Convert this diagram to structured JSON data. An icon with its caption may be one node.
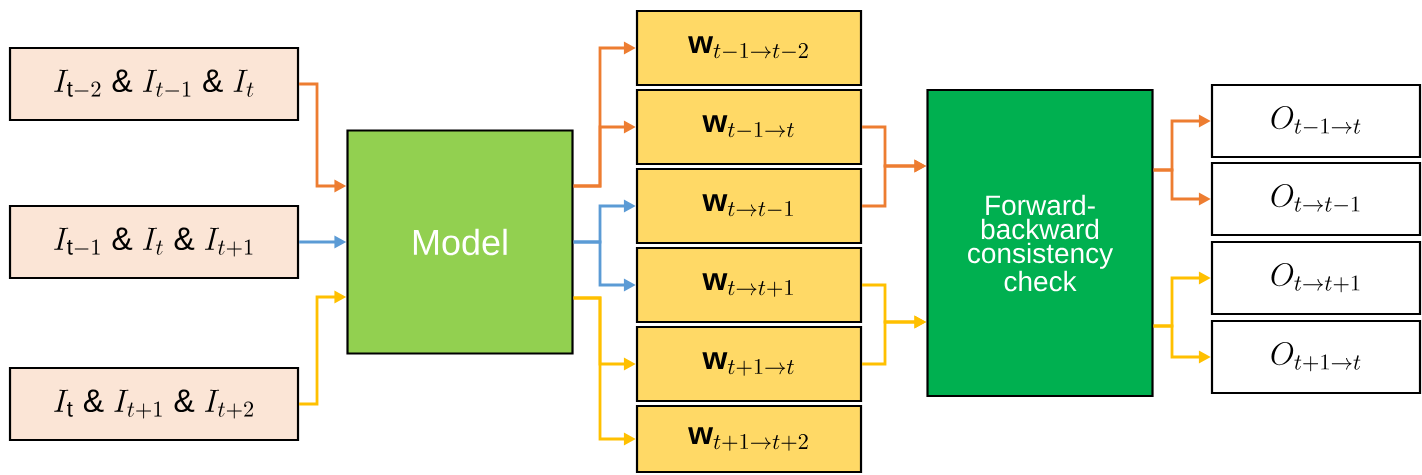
{
  "diagram": {
    "nodes": [
      {
        "text": [
          "I_{\\mathrm{t}-2} \\;\\&\\; I_{t-1} \\;\\&\\; I_{t}"
        ]
      },
      {
        "text": [
          "I_{\\mathrm{t}-1} \\;\\&\\; I_{t} \\;\\&\\; I_{t+1}"
        ]
      },
      {
        "text": [
          "I_{\\mathrm{t}} \\;\\&\\; I_{t+1} \\;\\&\\; I_{t+2}"
        ]
      },
      {
        "text": [
          "Model"
        ]
      },
      {
        "text": [
          "\\mathbf{w}_{t-1\\to t-2}"
        ]
      },
      {
        "text": [
          "\\mathbf{w}_{t-1\\to t}"
        ]
      },
      {
        "text": [
          "\\mathbf{w}_{t\\to t-1}"
        ]
      },
      {
        "text": [
          "\\mathbf{w}_{t\\to t+1}"
        ]
      },
      {
        "text": [
          "\\mathbf{w}_{t+1\\to t}"
        ]
      },
      {
        "text": [
          "\\mathbf{w}_{t+1\\to t+2}"
        ]
      },
      {
        "text": [
          "Forward-backward consistency check"
        ]
      },
      {
        "text": [
          "O_{t-1\\to t}"
        ]
      },
      {
        "text": [
          "O_{t\\to t-1}"
        ]
      },
      {
        "text": [
          "O_{t\\to t+1}"
        ]
      },
      {
        "text": [
          "O_{t+1\\to t}"
        ]
      }
    ],
    "edges": [
      {
        "from": 0,
        "to": 3,
        "arrow": "to",
        "color": "#ed7d31"
      },
      {
        "from": 1,
        "to": 3,
        "arrow": "to",
        "color": "#5b9bd5"
      },
      {
        "from": 2,
        "to": 3,
        "arrow": "to",
        "color": "#ffc000"
      },
      {
        "from": 3,
        "to": 4,
        "arrow": "to",
        "color": "#ed7d31"
      },
      {
        "from": 3,
        "to": 5,
        "arrow": "to",
        "color": "#ed7d31"
      },
      {
        "from": 3,
        "to": 6,
        "arrow": "to",
        "color": "#5b9bd5"
      },
      {
        "from": 3,
        "to": 7,
        "arrow": "to",
        "color": "#5b9bd5"
      },
      {
        "from": 3,
        "to": 8,
        "arrow": "to",
        "color": "#ffc000"
      },
      {
        "from": 3,
        "to": 9,
        "arrow": "to",
        "color": "#ffc000"
      },
      {
        "from": 5,
        "to": 10,
        "arrow": "to",
        "color": "#ed7d31"
      },
      {
        "from": 6,
        "to": 10,
        "arrow": "to",
        "color": "#ed7d31"
      },
      {
        "from": 7,
        "to": 10,
        "arrow": "to",
        "color": "#ffc000"
      },
      {
        "from": 8,
        "to": 10,
        "arrow": "to",
        "color": "#ffc000"
      },
      {
        "from": 10,
        "to": 11,
        "arrow": "to",
        "color": "#ed7d31"
      },
      {
        "from": 10,
        "to": 12,
        "arrow": "to",
        "color": "#ed7d31"
      },
      {
        "from": 10,
        "to": 13,
        "arrow": "to",
        "color": "#ffc000"
      },
      {
        "from": 10,
        "to": 14,
        "arrow": "to",
        "color": "#ffc000"
      }
    ]
  }
}
